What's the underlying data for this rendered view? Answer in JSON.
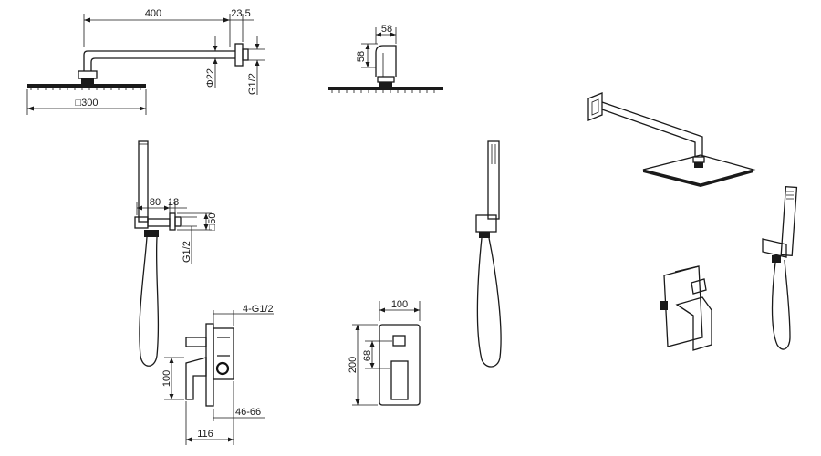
{
  "drawing": {
    "dimensions": {
      "arm_length": "400",
      "arm_offset": "23.5",
      "arm_diameter": "Φ22",
      "arm_thread": "G1/2",
      "head_size": "□300",
      "elbow_w": "58",
      "elbow_h": "58",
      "holder_depth": "80",
      "holder_offset": "18",
      "holder_size": "□50",
      "holder_thread": "G1/2",
      "valve_threads": "4-G1/2",
      "valve_height": "100",
      "valve_depth": "116",
      "valve_range": "46-66",
      "plate_width": "100",
      "plate_height": "200",
      "plate_knob_offset": "68"
    }
  }
}
